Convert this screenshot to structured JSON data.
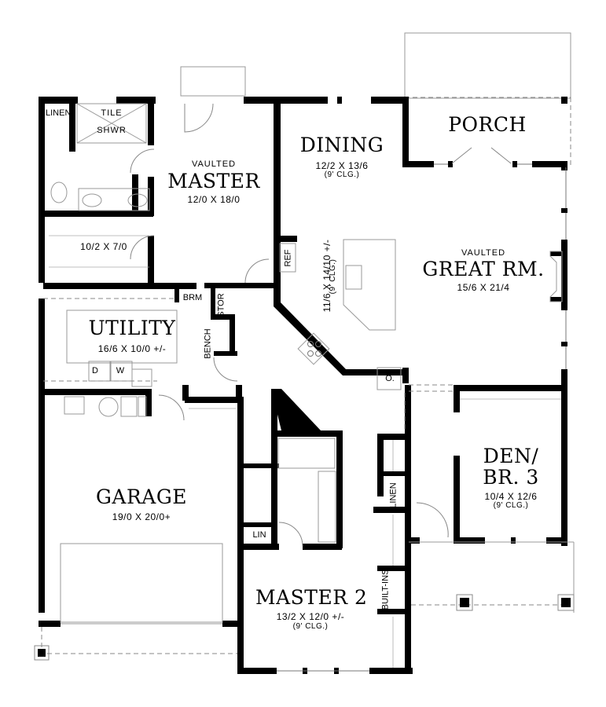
{
  "plan": {
    "rooms": [
      {
        "id": "master",
        "qualifier": "VAULTED",
        "name": "MASTER",
        "dims": "12/0 X 18/0"
      },
      {
        "id": "master_closet",
        "dims": "10/2 X 7/0"
      },
      {
        "id": "tile_shwr",
        "name": "TILE SHWR",
        "line1": "TILE",
        "line2": "SHWR"
      },
      {
        "id": "linen_top",
        "name": "LINEN"
      },
      {
        "id": "dining",
        "name": "DINING",
        "dims": "12/2 X 13/6",
        "ceiling": "(9' CLG.)"
      },
      {
        "id": "kitchen",
        "dims": "11/6 X 14/10 +/-",
        "ceiling": "(9' CLG.)"
      },
      {
        "id": "porch",
        "name": "PORCH"
      },
      {
        "id": "great_room",
        "qualifier": "VAULTED",
        "name": "GREAT RM.",
        "dims": "15/6 X 21/4"
      },
      {
        "id": "utility",
        "name": "UTILITY",
        "dims": "16/6 X 10/0 +/-"
      },
      {
        "id": "garage",
        "name": "GARAGE",
        "dims": "19/0 X 20/0+"
      },
      {
        "id": "master2",
        "name": "MASTER 2",
        "dims": "13/2 X 12/0 +/-",
        "ceiling": "(9' CLG.)"
      },
      {
        "id": "den",
        "name": "DEN/ BR. 3",
        "line1": "DEN/",
        "line2": "BR. 3",
        "dims": "10/4 X 12/6",
        "ceiling": "(9' CLG.)"
      }
    ],
    "tags": {
      "ref": "REF",
      "oven": "O.",
      "brm": "BRM",
      "stor": "STOR",
      "bench": "BENCH",
      "dryer": "D",
      "washer": "W",
      "lin": "LIN",
      "linen_hall": "LINEN",
      "built_ins": "BUILT-INS"
    }
  }
}
